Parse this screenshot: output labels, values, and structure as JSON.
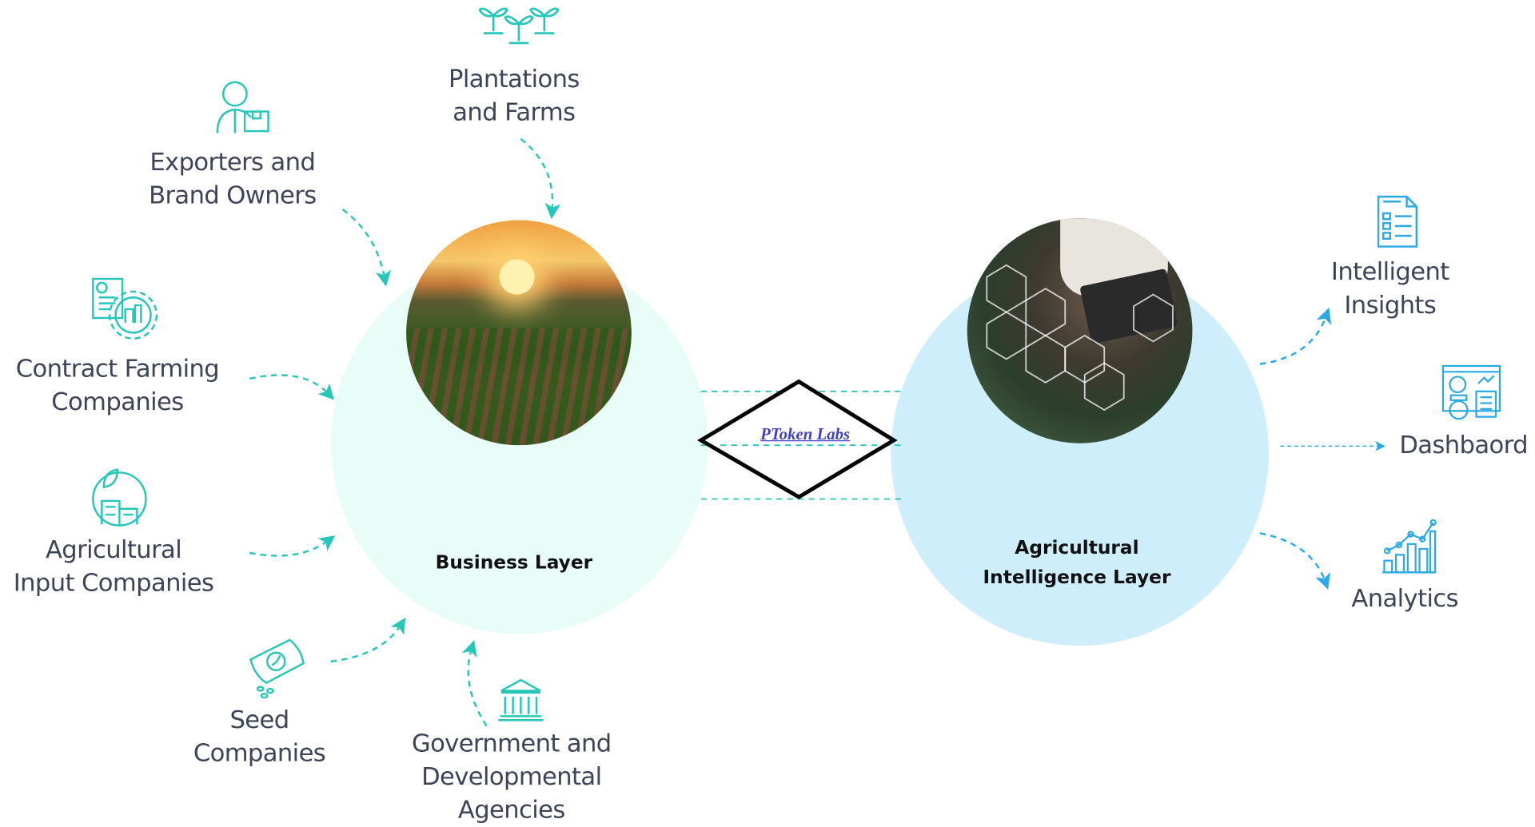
{
  "center": {
    "label": "PToken Labs"
  },
  "business_layer": {
    "title": "Business Layer"
  },
  "intelligence_layer": {
    "title_line1": "Agricultural",
    "title_line2": "Intelligence Layer"
  },
  "inputs": [
    {
      "line1": "Plantations",
      "line2": "and Farms",
      "icon": "plant-sprouts-icon"
    },
    {
      "line1": "Exporters and",
      "line2": "Brand Owners",
      "icon": "exporter-person-icon"
    },
    {
      "line1": "Contract Farming",
      "line2": "Companies",
      "icon": "contract-gear-icon"
    },
    {
      "line1": "Agricultural",
      "line2": "Input Companies",
      "icon": "agri-building-icon"
    },
    {
      "line1": "Seed",
      "line2": "Companies",
      "icon": "seed-packet-icon"
    },
    {
      "line1": "Government and",
      "line2": "Developmental",
      "line3": "Agencies",
      "icon": "government-building-icon"
    }
  ],
  "outputs": [
    {
      "label_line1": "Intelligent",
      "label_line2": "Insights",
      "icon": "report-document-icon"
    },
    {
      "label_line1": "Dashbaord",
      "icon": "dashboard-icon"
    },
    {
      "label_line1": "Analytics",
      "icon": "analytics-chart-icon"
    }
  ],
  "colors": {
    "teal": "#26c6b9",
    "blue": "#29a9e6",
    "text": "#3d4457",
    "business_bg": "#e8fcf8",
    "intel_bg": "#cdeefa"
  }
}
